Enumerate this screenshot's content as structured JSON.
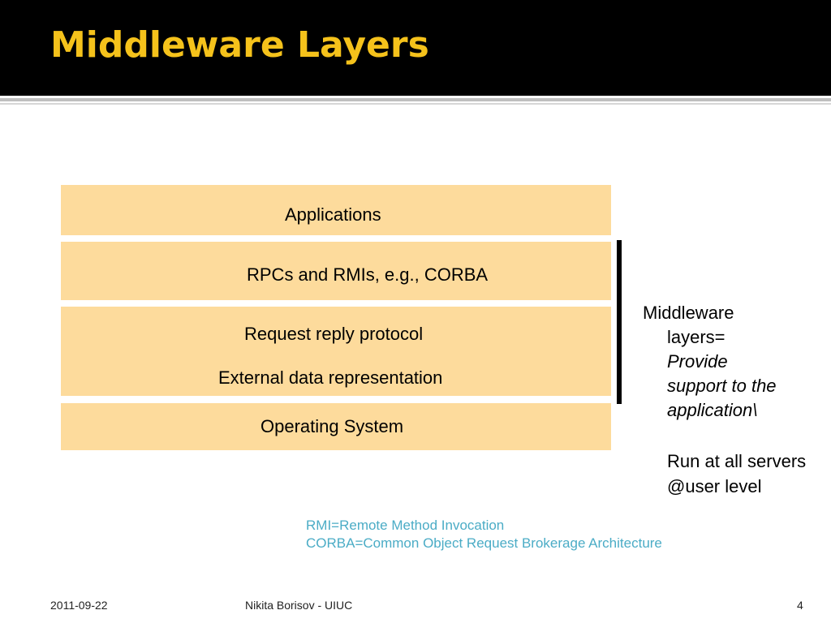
{
  "slide": {
    "title": "Middleware Layers"
  },
  "layers": {
    "applications": "Applications",
    "rpc": "RPCs and RMIs, e.g., CORBA",
    "request_reply": "Request reply protocol",
    "external_data": "External data representation",
    "os": "Operating System"
  },
  "sidebar": {
    "line1": "Middleware",
    "line2": "layers=",
    "line3": "Provide",
    "line4": "support to the",
    "line5": "application\\",
    "line6": "Run at all servers",
    "line7": "@user level"
  },
  "notes": {
    "rmi": "RMI=Remote Method Invocation",
    "corba": "CORBA=Common Object Request Brokerage Architecture"
  },
  "footer": {
    "date": "2011-09-22",
    "author": "Nikita Borisov - UIUC",
    "page": "4"
  },
  "colors": {
    "title_text": "#f5c21b",
    "title_bar": "#000000",
    "layer_fill": "#fddb9c",
    "note_text": "#4bacc6"
  }
}
